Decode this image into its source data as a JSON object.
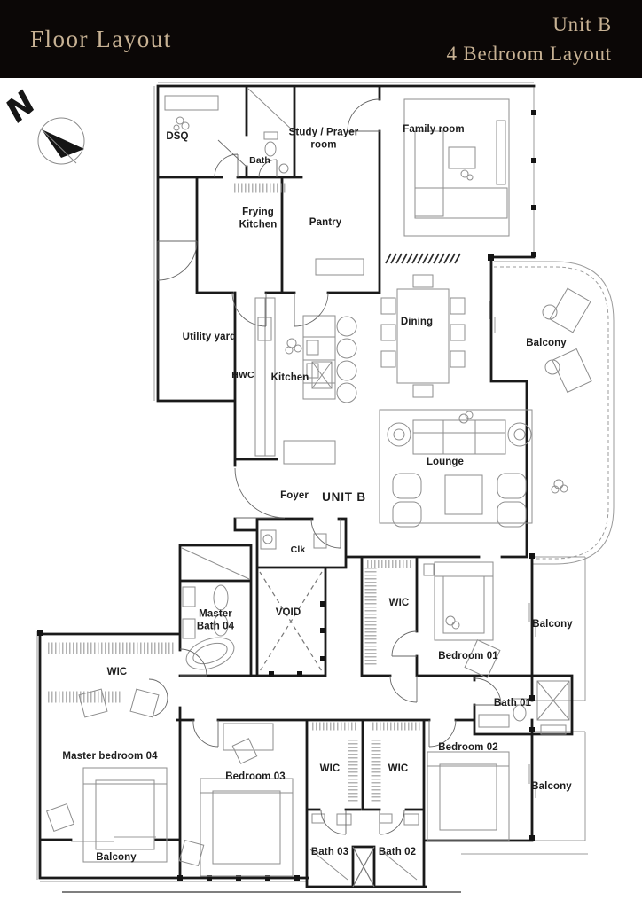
{
  "header": {
    "title": "Floor Layout",
    "unit": "Unit B",
    "subtitle": "4 Bedroom Layout",
    "bg_color": "#0b0706",
    "text_color": "#c8b294"
  },
  "compass": {
    "north_label": "N"
  },
  "plan": {
    "wall_color": "#1a1a1a",
    "furniture_color": "#8d8d8d",
    "rooms": [
      {
        "id": "dsq",
        "label": "DSQ"
      },
      {
        "id": "bath-top",
        "label": "Bath"
      },
      {
        "id": "study-prayer-room",
        "label": "Study / Prayer\nroom"
      },
      {
        "id": "family-room",
        "label": "Family room"
      },
      {
        "id": "frying-kitchen",
        "label": "Frying\nKitchen"
      },
      {
        "id": "pantry",
        "label": "Pantry"
      },
      {
        "id": "utility-yard",
        "label": "Utility yard"
      },
      {
        "id": "hwc",
        "label": "HWC"
      },
      {
        "id": "kitchen",
        "label": "Kitchen"
      },
      {
        "id": "dining",
        "label": "Dining"
      },
      {
        "id": "balcony-upper-right",
        "label": "Balcony"
      },
      {
        "id": "lounge",
        "label": "Lounge"
      },
      {
        "id": "foyer",
        "label": "Foyer"
      },
      {
        "id": "unit-b",
        "label": "UNIT B"
      },
      {
        "id": "clk",
        "label": "Clk"
      },
      {
        "id": "master-bath-04",
        "label": "Master\nBath 04"
      },
      {
        "id": "void",
        "label": "VOID"
      },
      {
        "id": "wic-bedroom01",
        "label": "WIC"
      },
      {
        "id": "bedroom-01",
        "label": "Bedroom 01"
      },
      {
        "id": "balcony-bedroom01",
        "label": "Balcony"
      },
      {
        "id": "bath-01",
        "label": "Bath 01"
      },
      {
        "id": "wic-master",
        "label": "WIC"
      },
      {
        "id": "master-bedroom-04",
        "label": "Master bedroom 04"
      },
      {
        "id": "bedroom-03",
        "label": "Bedroom 03"
      },
      {
        "id": "wic-mid",
        "label": "WIC"
      },
      {
        "id": "wic-right",
        "label": "WIC"
      },
      {
        "id": "bedroom-02",
        "label": "Bedroom 02"
      },
      {
        "id": "balcony-bedroom02",
        "label": "Balcony"
      },
      {
        "id": "bath-03",
        "label": "Bath 03"
      },
      {
        "id": "bath-02",
        "label": "Bath 02"
      },
      {
        "id": "balcony-master",
        "label": "Balcony"
      }
    ]
  }
}
